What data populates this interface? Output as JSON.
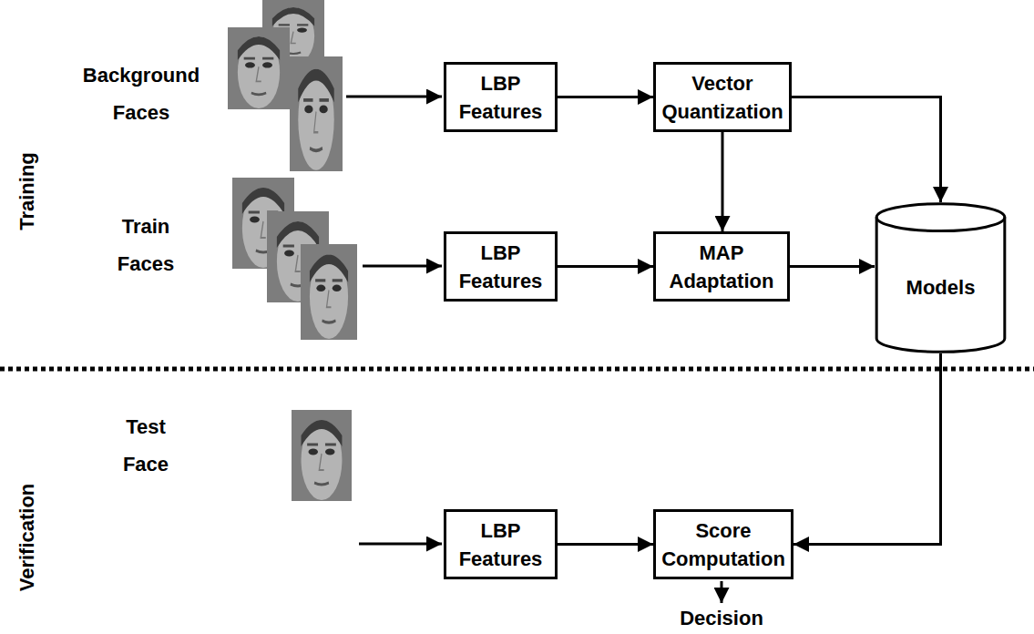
{
  "diagram": {
    "nodes": [
      {
        "text": [
          "LBP Features"
        ]
      },
      {
        "text": [
          "Vector Quantization"
        ]
      },
      {
        "text": [
          "LBP Features"
        ]
      },
      {
        "text": [
          "MAP Adaptation"
        ]
      },
      {
        "text": [
          "Models"
        ]
      },
      {
        "text": [
          "LBP Features"
        ]
      },
      {
        "text": [
          "Score Computation"
        ]
      }
    ],
    "edges": [
      {
        "from": 0,
        "to": 1,
        "arrow": "to"
      },
      {
        "from": 1,
        "to": 4,
        "arrow": "to"
      },
      {
        "from": 1,
        "to": 3,
        "arrow": "to"
      },
      {
        "from": 2,
        "to": 3,
        "arrow": "to"
      },
      {
        "from": 3,
        "to": 4,
        "arrow": "to"
      },
      {
        "from": 4,
        "to": 6,
        "arrow": "to"
      },
      {
        "from": 5,
        "to": 6,
        "arrow": "to"
      }
    ],
    "labels": [
      "Training",
      "Background Faces",
      "Train Faces",
      "Verification",
      "Test Face",
      "Decision"
    ]
  }
}
